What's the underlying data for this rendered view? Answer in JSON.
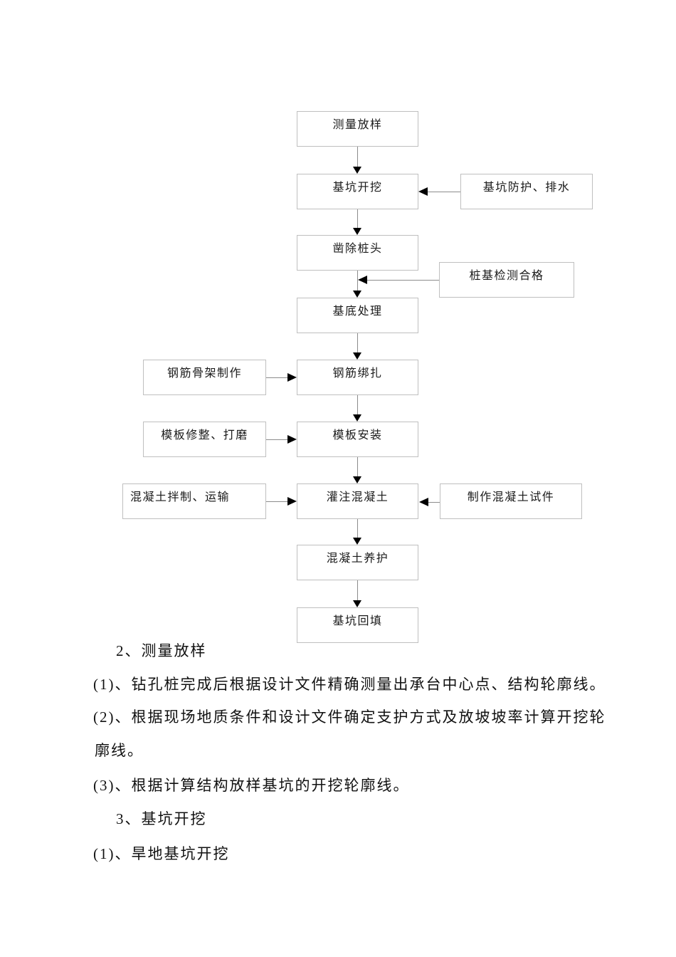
{
  "flowchart": {
    "center_boxes": [
      {
        "label": "测量放样"
      },
      {
        "label": "基坑开挖"
      },
      {
        "label": "凿除桩头"
      },
      {
        "label": "基底处理"
      },
      {
        "label": "钢筋绑扎"
      },
      {
        "label": "模板安装"
      },
      {
        "label": "灌注混凝土"
      },
      {
        "label": "混凝土养护"
      },
      {
        "label": "基坑回填"
      }
    ],
    "left_boxes": [
      {
        "label": "钢筋骨架制作"
      },
      {
        "label": "模板修整、打磨"
      },
      {
        "label": "混凝土拌制、运输"
      }
    ],
    "right_boxes": [
      {
        "label": "基坑防护、排水"
      },
      {
        "label": "桩基检测合格"
      },
      {
        "label": "制作混凝土试件"
      }
    ],
    "colors": {
      "box_border": "#bfbfbf",
      "connector_line": "#8c8c8c",
      "arrowhead": "#000000",
      "text": "#1a1a1a"
    }
  },
  "paragraphs": {
    "lines": [
      {
        "text": "2、测量放样"
      },
      {
        "text": "(1)、钻孔桩完成后根据设计文件精确测量出承台中心点、结构轮廓线。"
      },
      {
        "text": "(2)、根据现场地质条件和设计文件确定支护方式及放坡坡率计算开挖轮"
      },
      {
        "text": "廓线。"
      },
      {
        "text": "(3)、根据计算结构放样基坑的开挖轮廓线。"
      },
      {
        "text": "3、基坑开挖"
      },
      {
        "text": "(1)、旱地基坑开挖"
      }
    ]
  }
}
